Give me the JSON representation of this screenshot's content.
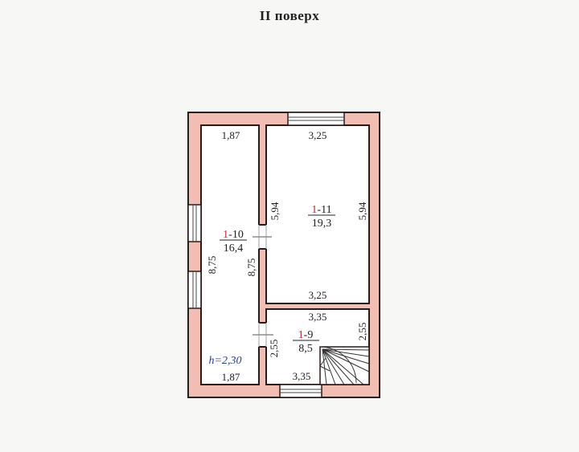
{
  "title": "II поверх",
  "colors": {
    "wall_fill": "#f2bdb2",
    "wall_stroke": "#2a1a1a",
    "room_fill": "#ffffff",
    "room_number_accent": "#b5302a",
    "height_label": "#2a3d8f"
  },
  "rooms": [
    {
      "id": "1-10",
      "number_prefix": "1",
      "number_suffix": "-10",
      "area": "16,4",
      "dims": {
        "top": "1,87",
        "bottom": "1,87",
        "left": "8,75",
        "right": "8,75"
      }
    },
    {
      "id": "1-11",
      "number_prefix": "1",
      "number_suffix": "-11",
      "area": "19,3",
      "dims": {
        "top": "3,25",
        "bottom": "3,25",
        "left": "5,94",
        "right": "5,94"
      }
    },
    {
      "id": "1-9",
      "number_prefix": "1",
      "number_suffix": "-9",
      "area": "8,5",
      "dims": {
        "top": "3,35",
        "bottom": "3,35",
        "left": "2,55",
        "right": "2,55"
      }
    }
  ],
  "ceiling_height": "h=2,30"
}
